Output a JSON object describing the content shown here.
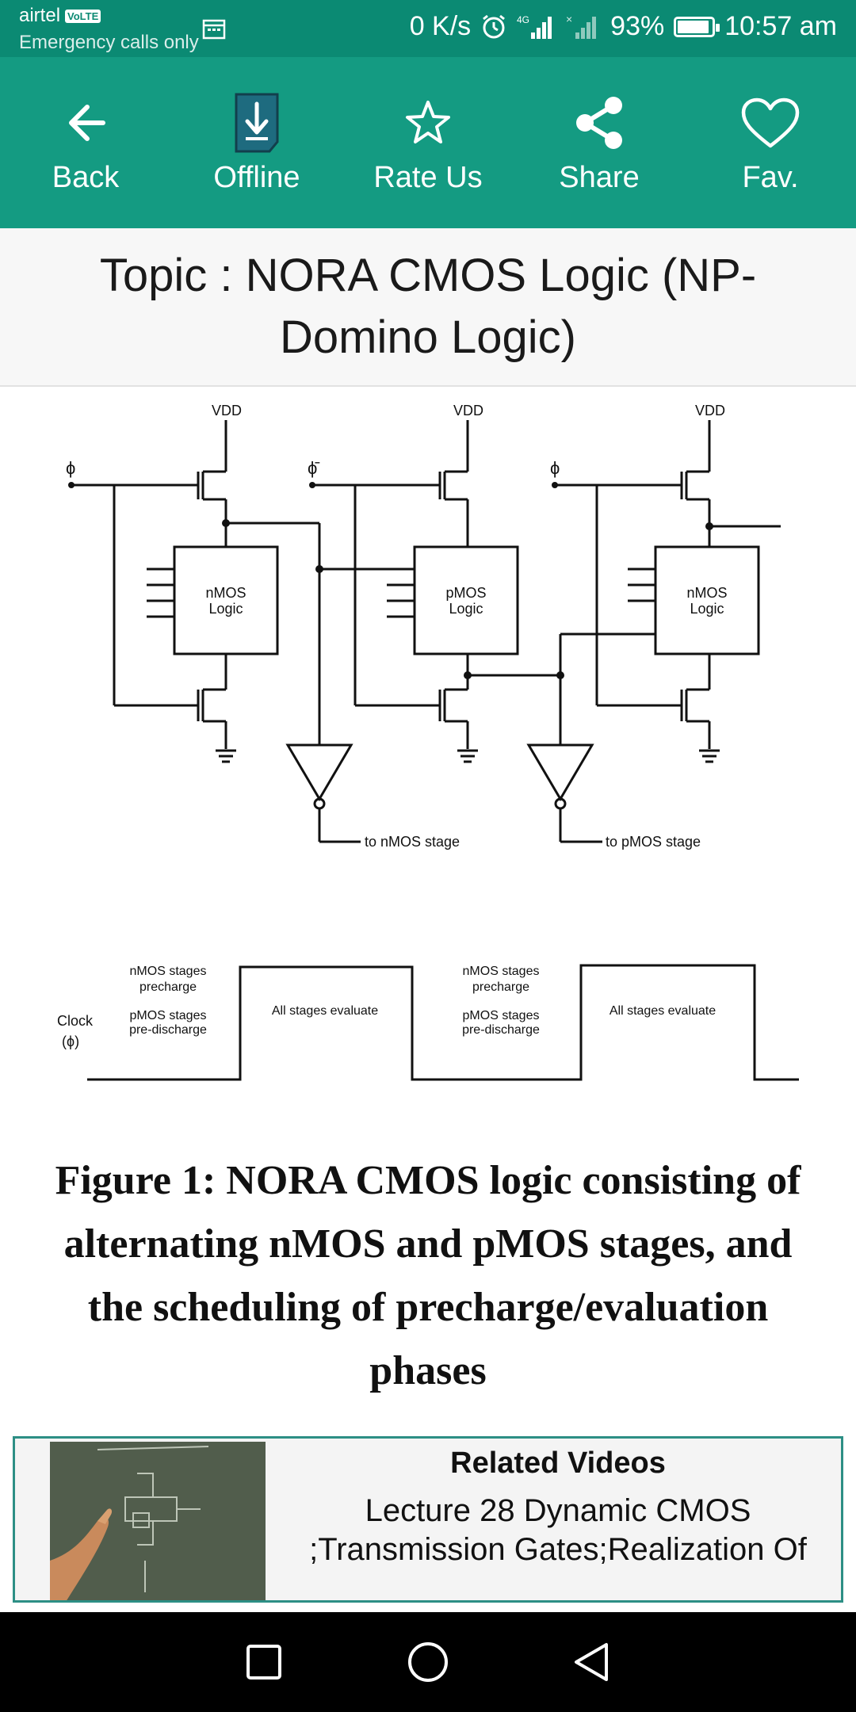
{
  "status_bar": {
    "carrier": "airtel",
    "volte": "VoLTE",
    "emergency": "Emergency calls only",
    "speed": "0 K/s",
    "battery": "93%",
    "battery_level": 0.93,
    "time": "10:57 am",
    "icons": [
      "calendar-icon",
      "alarm-icon",
      "signal-4g-icon",
      "signal-icon",
      "battery-icon"
    ]
  },
  "toolbar": {
    "items": [
      {
        "label": "Back",
        "icon": "arrow-left-icon"
      },
      {
        "label": "Offline",
        "icon": "download-icon"
      },
      {
        "label": "Rate Us",
        "icon": "star-icon"
      },
      {
        "label": "Share",
        "icon": "share-icon"
      },
      {
        "label": "Fav.",
        "icon": "heart-icon"
      }
    ]
  },
  "topic": {
    "title": "Topic : NORA CMOS Logic (NP-Domino Logic)"
  },
  "figure": {
    "vdd_labels": [
      "VDD",
      "VDD",
      "VDD"
    ],
    "block_labels": [
      [
        "nMOS",
        "Logic"
      ],
      [
        "pMOS",
        "Logic"
      ],
      [
        "nMOS",
        "Logic"
      ]
    ],
    "clock_phi": "ϕ",
    "clock_phi_bar": "ϕ̄",
    "to_nmos": "to nMOS stage",
    "to_pmos": "to pMOS stage",
    "timing": {
      "clock_label": [
        "Clock",
        "(ϕ)"
      ],
      "phase_low_top": [
        "nMOS stages",
        "precharge"
      ],
      "phase_low_bottom": [
        "pMOS stages",
        "pre-discharge"
      ],
      "phase_high": "All stages evaluate"
    }
  },
  "caption": "Figure 1:  NORA CMOS logic consisting of alternating nMOS and pMOS stages, and the scheduling of precharge/evaluation phases",
  "related": {
    "heading": "Related Videos",
    "title": "Lecture 28 Dynamic CMOS ;Transmission Gates;Realization Of"
  },
  "nav_bar": {
    "buttons": [
      "recent-apps-icon",
      "home-icon",
      "back-triangle-icon"
    ]
  },
  "colors": {
    "status_bar": "#0b8a73",
    "toolbar": "#149b82",
    "related_border": "#2d8f85"
  }
}
